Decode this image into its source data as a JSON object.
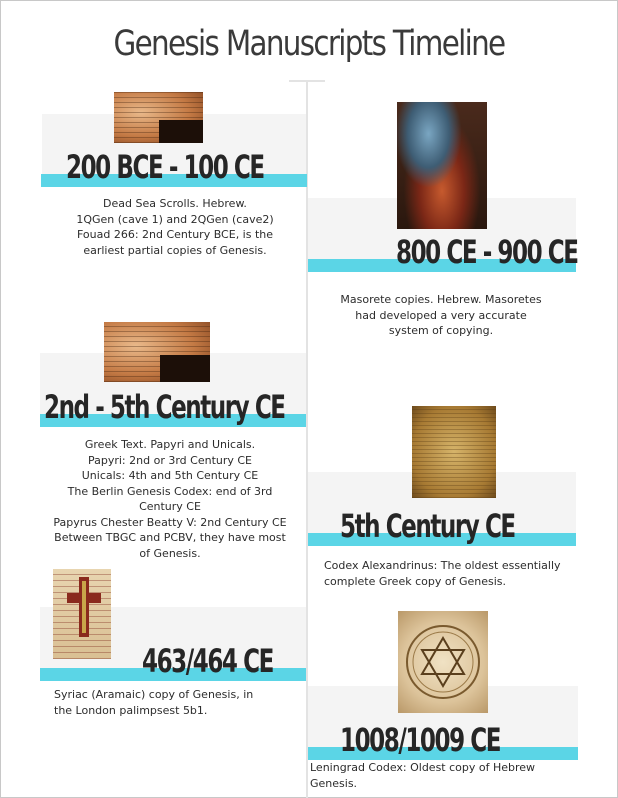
{
  "title": "Genesis Manuscripts Timeline",
  "entries": [
    {
      "date": "200 BCE - 100 CE",
      "lines": [
        "Dead Sea Scrolls. Hebrew.",
        "1QGen (cave 1) and 2QGen (cave2)",
        "Fouad 266: 2nd Century BCE, is the",
        "earliest partial copies of Genesis."
      ],
      "image": "dead-sea-scroll-fragment"
    },
    {
      "date": "800 CE - 900 CE",
      "lines": [
        "Masorete copies. Hebrew. Masoretes",
        "had developed a very accurate",
        "system of copying."
      ],
      "image": "masorete-scribes-painting"
    },
    {
      "date": "2nd - 5th Century CE",
      "lines": [
        "Greek Text. Papyri and Unicals.",
        "Papyri: 2nd or 3rd Century CE",
        "Unicals: 4th and 5th Century CE",
        "The Berlin Genesis Codex: end of 3rd",
        "Century CE",
        "Papyrus Chester Beatty V: 2nd Century CE",
        "Between TBGC and PCBV, they have most",
        "of Genesis."
      ],
      "image": "papyrus-fragment"
    },
    {
      "date": "5th Century CE",
      "lines": [
        "Codex Alexandrinus: The oldest essentially",
        "complete Greek copy of Genesis."
      ],
      "image": "codex-alexandrinus-page"
    },
    {
      "date": "463/464 CE",
      "lines": [
        "Syriac (Aramaic) copy of Genesis, in",
        "the London palimpsest 5b1."
      ],
      "image": "syriac-manuscript-page"
    },
    {
      "date": "1008/1009 CE",
      "lines": [
        "Leningrad Codex: Oldest copy of Hebrew",
        "Genesis."
      ],
      "image": "leningrad-codex-page"
    }
  ],
  "colors": {
    "accent_bar": "#5bd5e6",
    "band": "#f4f4f4",
    "date_text": "#262626",
    "title_text": "#3a3a3a"
  }
}
